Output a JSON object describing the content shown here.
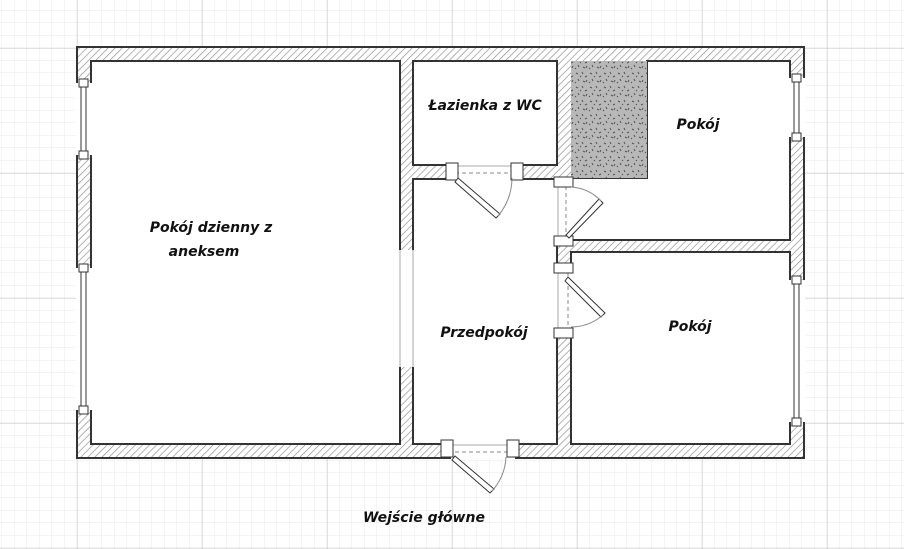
{
  "rooms": {
    "living": {
      "line1": "Pokój dzienny z",
      "line2": "aneksem"
    },
    "bathroom": "Łazienka z WC",
    "hallway": "Przedpokój",
    "room_top": "Pokój",
    "room_bottom": "Pokój"
  },
  "entrance_label": "Wejście główne",
  "colors": {
    "wall_outline": "#333333",
    "hatch": "#8a8a8a",
    "grid_minor": "#e6e6e6",
    "grid_major": "#c8c8c8",
    "storage_fill": "#b8b8b8"
  }
}
